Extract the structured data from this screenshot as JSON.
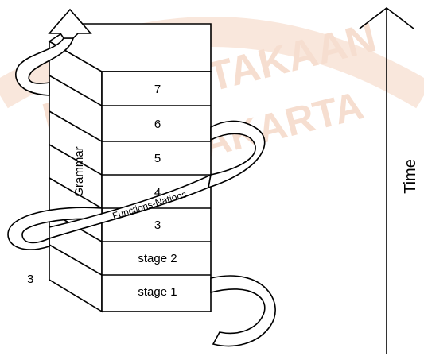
{
  "watermark": {
    "line1": "PERPUSTAKAAN",
    "line2": "YOGYAKARTA",
    "color": "#f5d9c8"
  },
  "tower": {
    "levels": [
      "stage 1",
      "stage 2",
      "3",
      "4",
      "5",
      "6",
      "7"
    ],
    "side_label": "Grammar",
    "side_number": "3"
  },
  "spiral": {
    "label": "Functions-Nations"
  },
  "time_axis": {
    "label": "Time"
  },
  "colors": {
    "line": "#000000",
    "face": "#ffffff",
    "watermark": "#f5d9c8"
  }
}
